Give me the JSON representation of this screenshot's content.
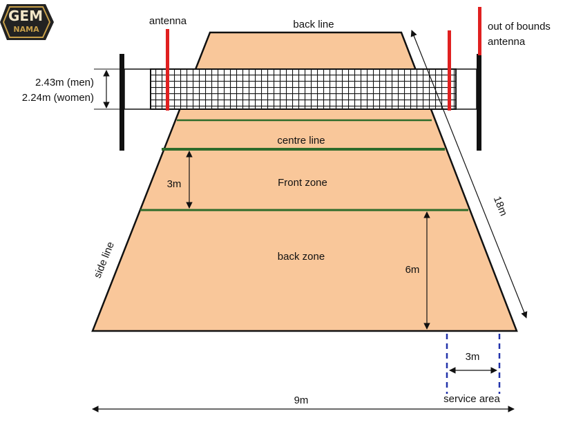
{
  "logo": {
    "text_top": "GEM",
    "text_bottom": "NAMA"
  },
  "labels": {
    "back_line": "back line",
    "antenna": "antenna",
    "out_of_bounds": "out of bounds",
    "out_of_bounds_2": "antenna",
    "net_height_men": "2.43m (men)",
    "net_height_women": "2.24m (women)",
    "centre_line": "centre line",
    "front_zone": "Front zone",
    "front_zone_depth": "3m",
    "back_zone": "back zone",
    "back_zone_depth": "6m",
    "court_length": "18m",
    "side_line": "side line",
    "service_area_width": "3m",
    "service_area": "service area",
    "court_width": "9m"
  },
  "colors": {
    "court_fill": "#F9C79A",
    "court_line": "#2E6B2A",
    "antenna": "#E02020",
    "post": "#111111",
    "service_dash": "#2233AA",
    "logo_gold": "#C8A04A"
  },
  "icons": {
    "logo": "gem-nama-logo"
  }
}
